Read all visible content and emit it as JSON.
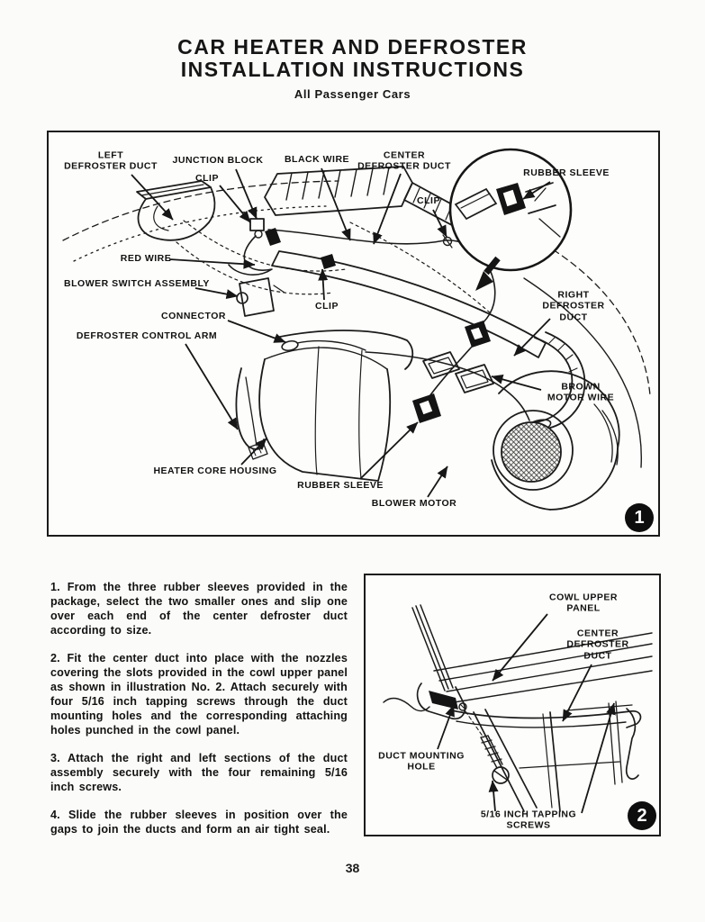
{
  "page": {
    "title_line1": "CAR HEATER AND DEFROSTER",
    "title_line2": "INSTALLATION INSTRUCTIONS",
    "subtitle": "All Passenger Cars",
    "page_number": "38"
  },
  "figure1": {
    "badge": "1",
    "labels": {
      "left_duct": "LEFT\nDEFROSTER DUCT",
      "junction_block": "JUNCTION BLOCK",
      "clip_top": "CLIP",
      "black_wire": "BLACK WIRE",
      "center_duct": "CENTER\nDEFROSTER DUCT",
      "clip_right": "CLIP",
      "rubber_sleeve_inset": "RUBBER SLEEVE",
      "red_wire": "RED WIRE",
      "blower_switch": "BLOWER SWITCH ASSEMBLY",
      "clip_mid": "CLIP",
      "connector": "CONNECTOR",
      "defroster_control_arm": "DEFROSTER CONTROL ARM",
      "right_duct": "RIGHT\nDEFROSTER DUCT",
      "brown_motor_wire": "BROWN MOTOR WIRE",
      "heater_core_housing": "HEATER CORE HOUSING",
      "rubber_sleeve": "RUBBER SLEEVE",
      "blower_motor": "BLOWER MOTOR"
    }
  },
  "instructions": {
    "steps": [
      "1. From the three rubber sleeves provided in the package, select the two smaller ones and slip one over each end of the center defroster duct according to size.",
      "2. Fit the center duct into place with the nozzles covering the slots provided in the cowl upper panel as shown in illustration No. 2. Attach securely with four 5/16 inch tapping screws through the duct mounting holes and the corresponding attaching holes punched in the cowl panel.",
      "3. Attach the right and left sections of the duct assembly securely with the four remaining 5/16 inch screws.",
      "4. Slide the rubber sleeves in position over the gaps to join the ducts and form an air tight seal."
    ]
  },
  "figure2": {
    "badge": "2",
    "labels": {
      "cowl_upper_panel": "COWL UPPER PANEL",
      "center_defroster_duct": "CENTER\nDEFROSTER\nDUCT",
      "duct_mounting_hole": "DUCT MOUNTING\nHOLE",
      "tapping_screws": "5/16 INCH TAPPING SCREWS"
    }
  }
}
